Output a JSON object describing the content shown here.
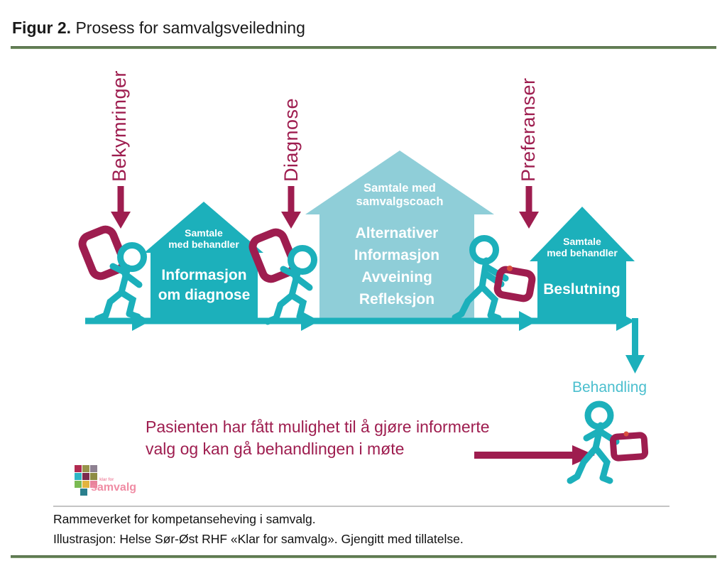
{
  "header": {
    "figure_label": "Figur 2.",
    "figure_title": "Prosess for samvalgsveiledning"
  },
  "diagram": {
    "stage_labels": {
      "first": "Bekymringer",
      "second": "Diagnose",
      "third": "Preferanser"
    },
    "house1": {
      "roof_line1": "Samtale",
      "roof_line2": "med behandler",
      "body_line1": "Informasjon",
      "body_line2": "om diagnose"
    },
    "house2": {
      "roof_line1": "Samtale med",
      "roof_line2": "samvalgscoach",
      "body_line1": "Alternativer",
      "body_line2": "Informasjon",
      "body_line3": "Avveining",
      "body_line4": "Refleksjon"
    },
    "house3": {
      "roof_line1": "Samtale",
      "roof_line2": "med behandler",
      "body": "Beslutning"
    },
    "behandling_label": "Behandling",
    "message_line1": "Pasienten har fått mulighet til å gjøre informerte",
    "message_line2": "valg og kan gå behandlingen i møte",
    "logo": {
      "tagline": "klar for",
      "name": "samvalg",
      "square_colors": [
        "#b12a50",
        "#97934b",
        "#8e8191",
        "#2fb5c4",
        "#7c2b4e",
        "#8e8c43",
        "#7aba52",
        "#e2b43e",
        "#e8839b"
      ],
      "tail_color": "#2a7f8d"
    }
  },
  "caption": {
    "line1": "Rammeverket for kompetanseheving i samvalg.",
    "line2": "Illustrasjon: Helse Sør-Øst RHF «Klar for samvalg». Gjengitt med tillatelse."
  },
  "colors": {
    "teal": "#1cb0bb",
    "light_teal": "#8fced8",
    "magenta": "#9e1d4f",
    "behandling_text": "#4bbfce",
    "rule_green": "#5a7a4e",
    "logo_pink": "#f08ca4"
  }
}
